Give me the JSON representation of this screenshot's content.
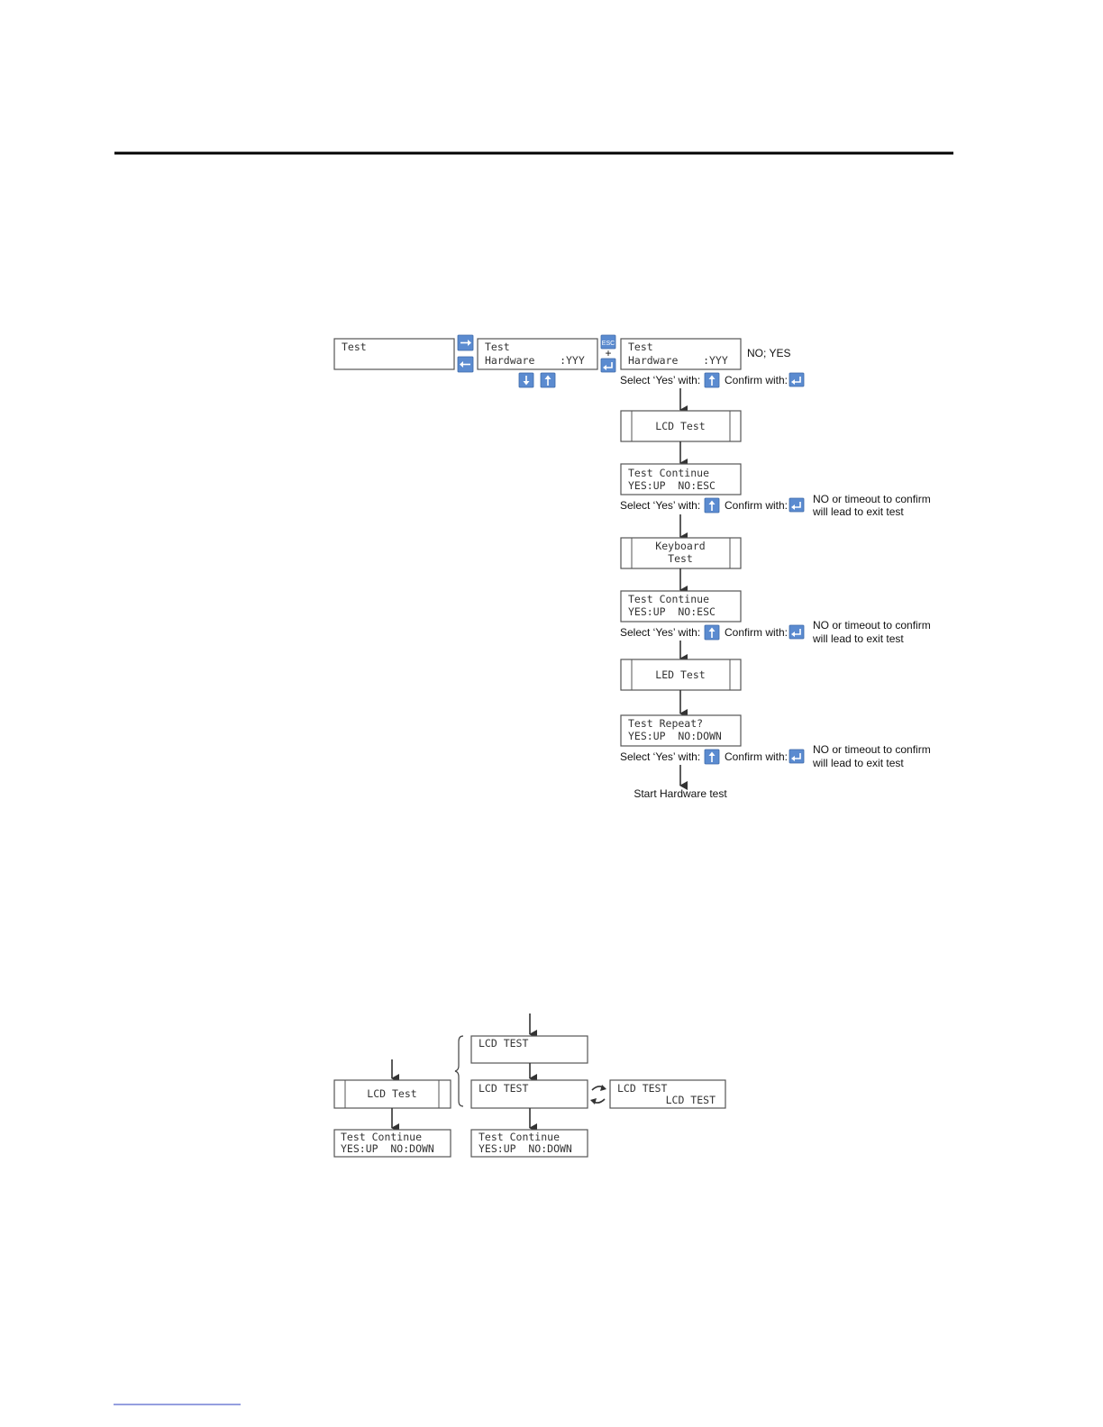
{
  "top_box": {
    "l1": "Test"
  },
  "hw_box": {
    "l1": "Test",
    "l2": "Hardware    :YYY"
  },
  "hw_box2": {
    "l1": "Test",
    "l2": "Hardware    :YYY"
  },
  "esc_key": "ESC",
  "plus": "+",
  "no_yes": "NO; YES",
  "select_yes": "Select ‘Yes’ with:",
  "confirm_with": "Confirm with:",
  "lcd_test": "LCD Test",
  "continue_box": {
    "l1": "Test Continue",
    "l2": "YES:UP  NO:ESC"
  },
  "timeout_note": {
    "l1": "NO or timeout to confirm",
    "l2": "will lead to exit test"
  },
  "keyboard_test": {
    "l1": "Keyboard",
    "l2": "Test"
  },
  "led_test": "LED Test",
  "repeat_box": {
    "l1": "Test Repeat?",
    "l2": "YES:UP  NO:DOWN"
  },
  "start_hw": "Start Hardware test",
  "lower": {
    "lcd_test": "LCD Test",
    "continue_l1": "Test Continue",
    "continue_l2": "YES:UP  NO:DOWN",
    "lcd_caps": "LCD TEST"
  },
  "colors": {
    "key_blue": "#5b8bd0"
  }
}
